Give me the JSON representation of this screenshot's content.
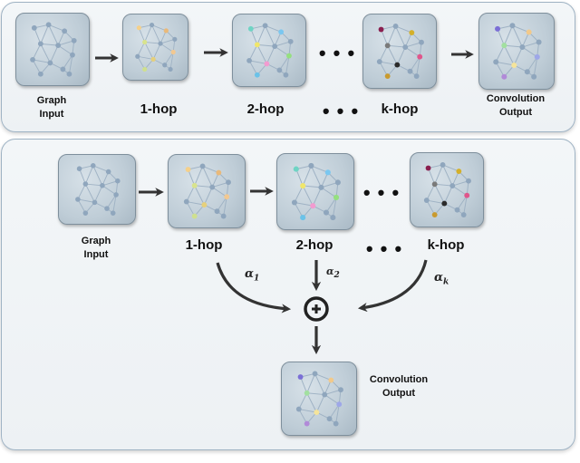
{
  "top": {
    "graph_input": [
      "Graph",
      "Input"
    ],
    "hop1": "1-hop",
    "hop2": "2-hop",
    "hopk": "k-hop",
    "ellipsis": "• • •",
    "conv_output": [
      "Convolution",
      "Output"
    ]
  },
  "bottom": {
    "graph_input": [
      "Graph",
      "Input"
    ],
    "hop1": "1-hop",
    "hop2": "2-hop",
    "hopk": "k-hop",
    "ellipsis": "• • •",
    "alpha1": {
      "sym": "α",
      "sub": "1"
    },
    "alpha2": {
      "sym": "α",
      "sub": "2"
    },
    "alphak": {
      "sym": "α",
      "sub": "k"
    },
    "conv_output": [
      "Convolution",
      "Output"
    ]
  },
  "colors": {
    "tile_bg": "#c3d0da",
    "edge": "#9fb2c4",
    "node_input": "#8fa6bd",
    "hop1_nodes": [
      "#f5d08a",
      "#e9b97a",
      "#d8e38d",
      "#f2c891",
      "#e6d07b",
      "#cfe08f"
    ],
    "hop2_nodes": [
      "#6fd4c4",
      "#7ac7f0",
      "#f0e66b",
      "#95e07f",
      "#f29bd0",
      "#6bc2e8"
    ],
    "hopk_nodes": [
      "#8a1f4f",
      "#d4b02a",
      "#7a7a7a",
      "#e0568b",
      "#2b2b2b",
      "#c99a2e"
    ],
    "output_nodes": [
      "#7b6fd6",
      "#f2c98a",
      "#a2e0a0",
      "#9ea7e8",
      "#f5e49a",
      "#b18ad8"
    ]
  }
}
